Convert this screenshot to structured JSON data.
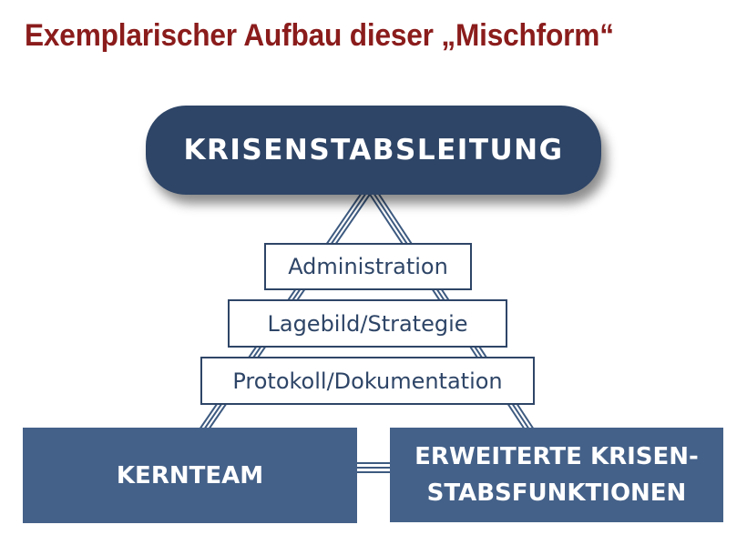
{
  "title": "Exemplarischer Aufbau dieser „Mischform“",
  "leadership": {
    "label": "KRISENSTABSLEITUNG"
  },
  "roles": [
    {
      "label": "Administration"
    },
    {
      "label": "Lagebild/Strategie"
    },
    {
      "label": "Protokoll/Dokumentation"
    }
  ],
  "teams": {
    "core": {
      "label": "KERNTEAM"
    },
    "extended": {
      "label": "ERWEITERTE KRISEN-\nSTABSFUNKTIONEN"
    }
  },
  "colors": {
    "title": "#8b1c1c",
    "leadership": "#2e4567",
    "teams": "#446189",
    "connector": "#2e4567"
  }
}
